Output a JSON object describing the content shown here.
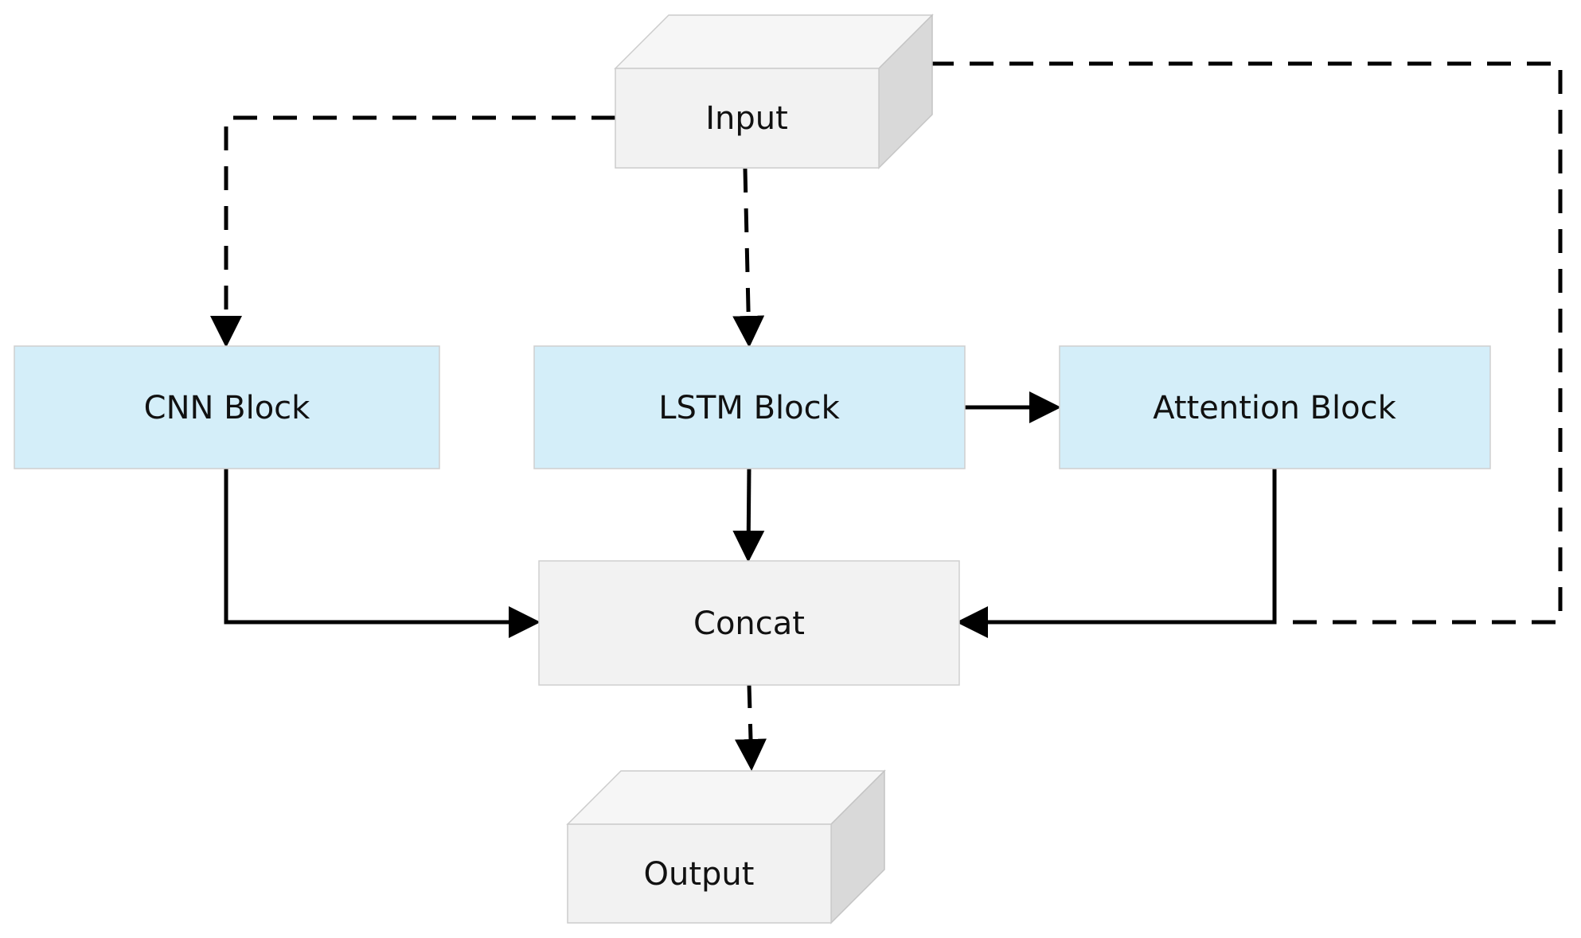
{
  "colors": {
    "block_fill": "#d4eef9",
    "neutral_fill": "#f2f2f2",
    "cube_side": "#d9d9d9",
    "edge": "#000000"
  },
  "nodes": {
    "input": "Input",
    "cnn": "CNN Block",
    "lstm": "LSTM Block",
    "attention": "Attention Block",
    "concat": "Concat",
    "output": "Output"
  },
  "edges": [
    {
      "from": "input",
      "to": "cnn",
      "style": "dashed"
    },
    {
      "from": "input",
      "to": "lstm",
      "style": "dashed"
    },
    {
      "from": "input",
      "to": "concat",
      "style": "dashed"
    },
    {
      "from": "lstm",
      "to": "attention",
      "style": "solid"
    },
    {
      "from": "cnn",
      "to": "concat",
      "style": "solid"
    },
    {
      "from": "lstm",
      "to": "concat",
      "style": "solid"
    },
    {
      "from": "attention",
      "to": "concat",
      "style": "solid"
    },
    {
      "from": "concat",
      "to": "output",
      "style": "dashed"
    }
  ]
}
